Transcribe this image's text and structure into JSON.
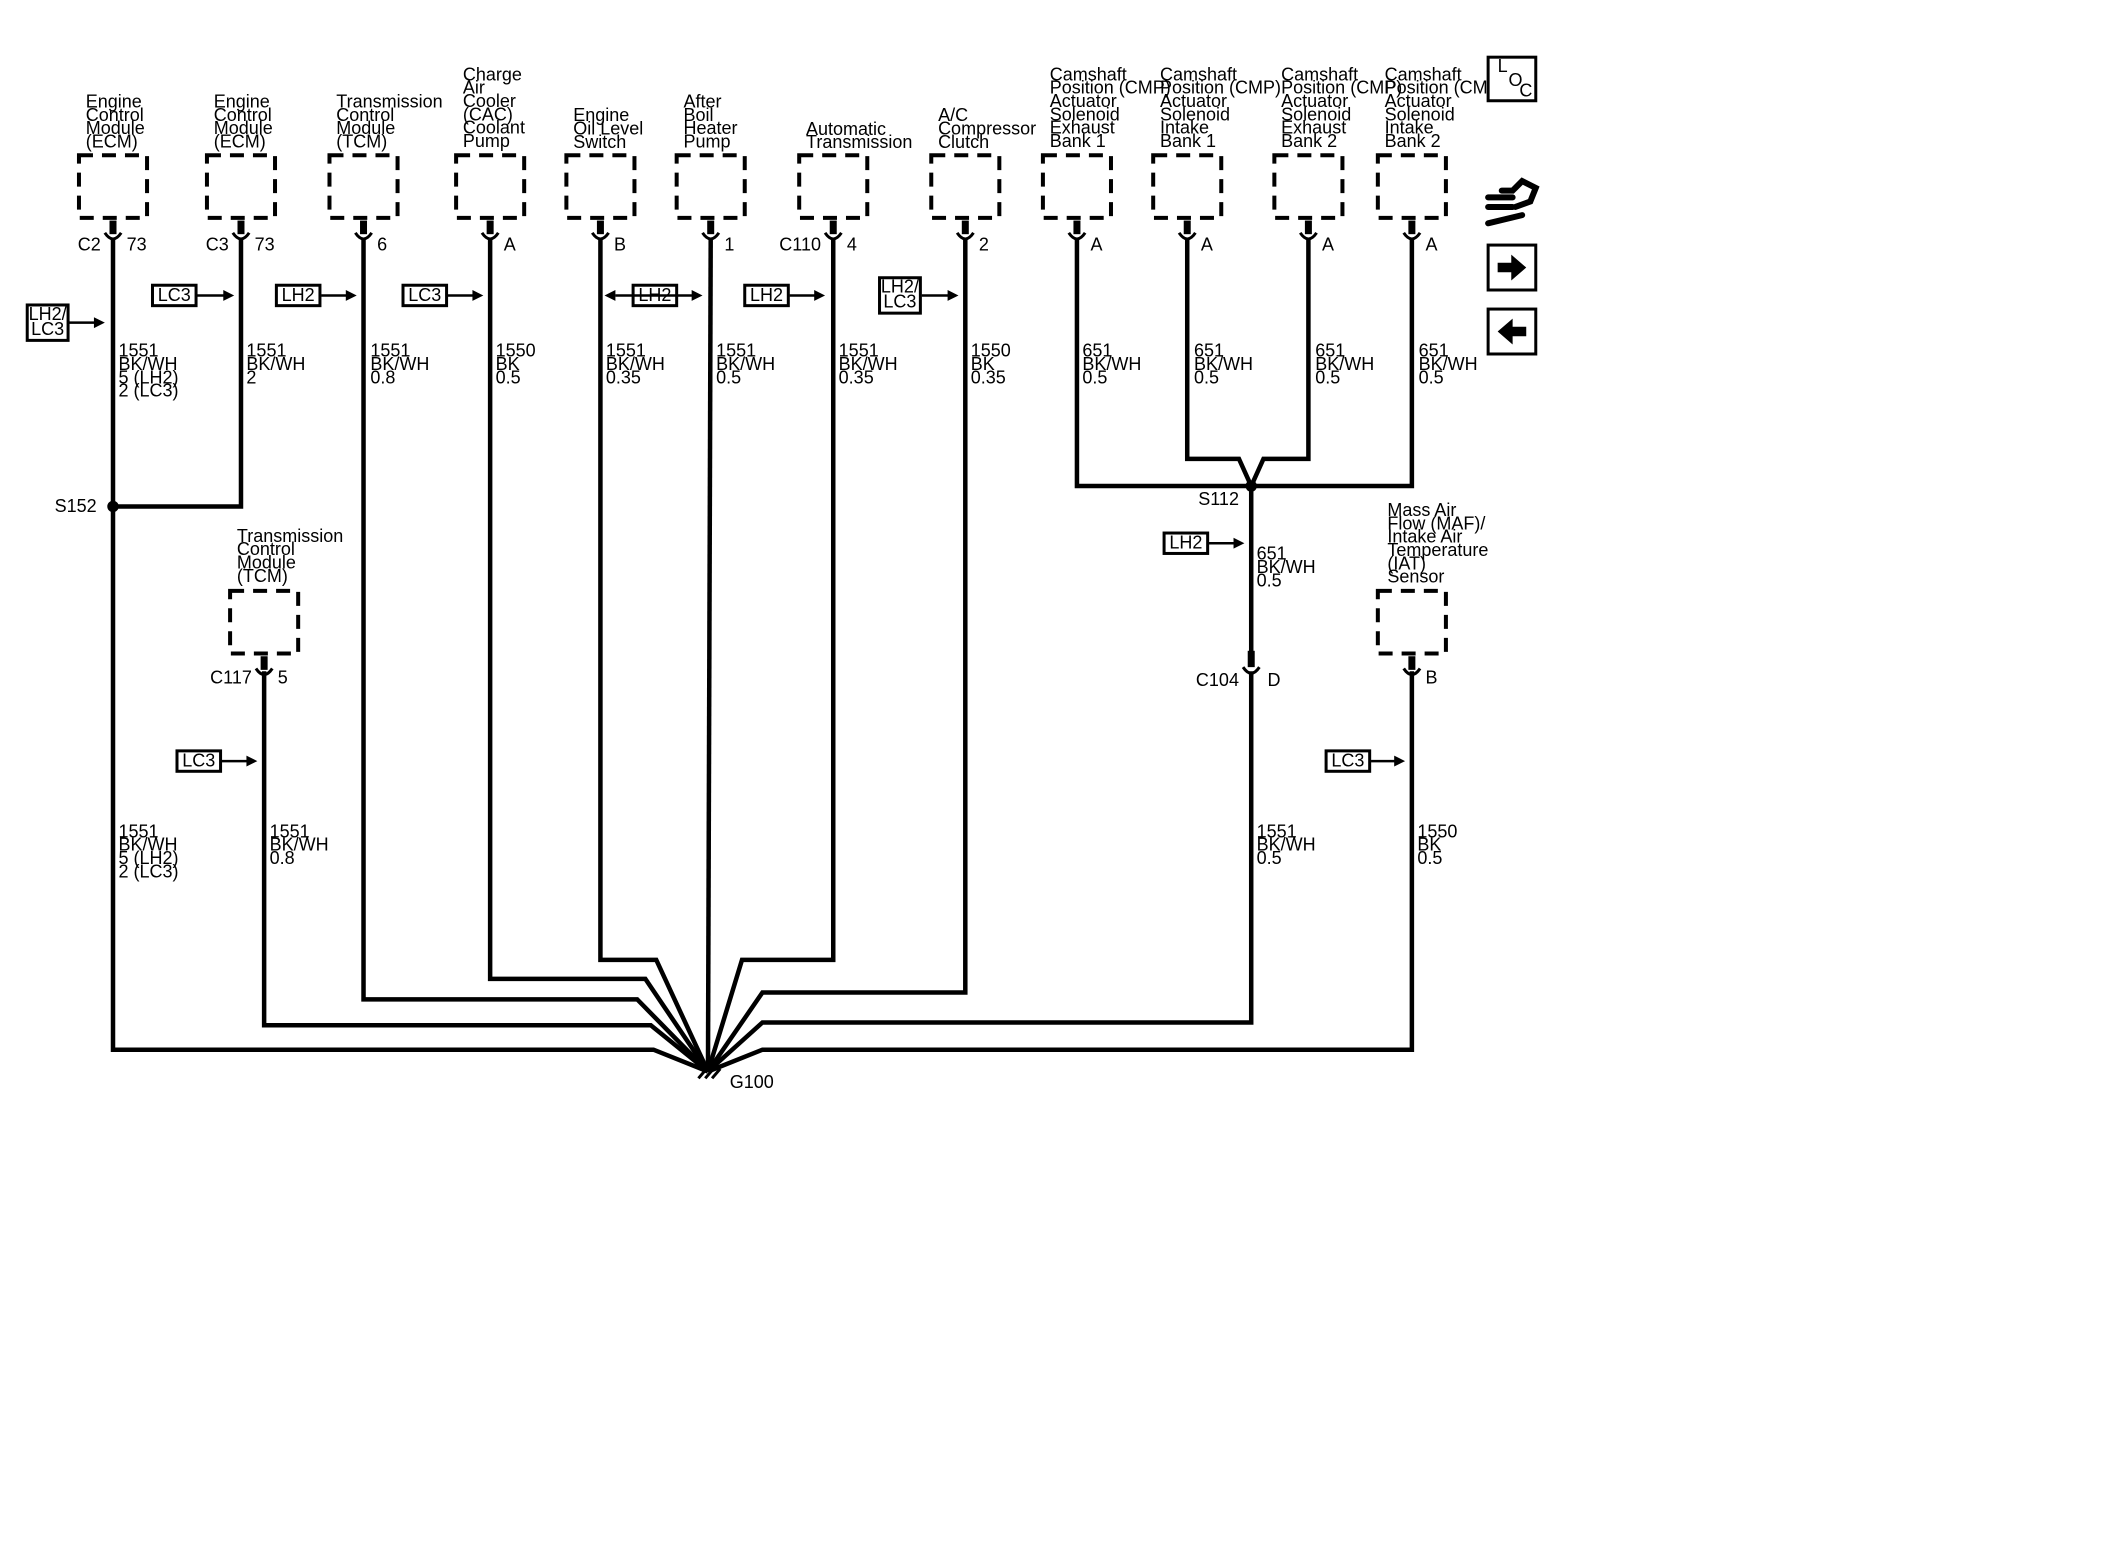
{
  "loc_label": {
    "l": "L",
    "o": "O",
    "c": "C"
  },
  "nav": {
    "schematic_icon": "schematic-wrench-icon",
    "forward_icon": "arrow-right-icon",
    "back_icon": "arrow-left-icon"
  },
  "components": {
    "ecm_c2": [
      "Engine",
      "Control",
      "Module",
      "(ECM)"
    ],
    "ecm_c3": [
      "Engine",
      "Control",
      "Module",
      "(ECM)"
    ],
    "tcm_top": [
      "Transmission",
      "Control",
      "Module",
      "(TCM)"
    ],
    "cac_pump": [
      "Charge",
      "Air",
      "Cooler",
      "(CAC)",
      "Coolant",
      "Pump"
    ],
    "oil_switch": [
      "Engine",
      "Oil Level",
      "Switch"
    ],
    "afterboil": [
      "After",
      "Boil",
      "Heater",
      "Pump"
    ],
    "auto_trans": [
      "Automatic",
      "Transmission"
    ],
    "ac_clutch": [
      "A/C",
      "Compressor",
      "Clutch"
    ],
    "cmp_ex_b1": [
      "Camshaft",
      "Position (CMP)",
      "Actuator",
      "Solenoid",
      "Exhaust",
      "Bank 1"
    ],
    "cmp_in_b1": [
      "Camshaft",
      "Position (CMP)",
      "Actuator",
      "Solenoid",
      "Intake",
      "Bank 1"
    ],
    "cmp_ex_b2": [
      "Camshaft",
      "Position (CMP)",
      "Actuator",
      "Solenoid",
      "Exhaust",
      "Bank 2"
    ],
    "cmp_in_b2": [
      "Camshaft",
      "Position (CMP)",
      "Actuator",
      "Solenoid",
      "Intake",
      "Bank 2"
    ],
    "tcm_bottom": [
      "Transmission",
      "Control",
      "Module",
      "(TCM)"
    ],
    "maf_sensor": [
      "Mass Air",
      "Flow (MAF)/",
      "Intake Air",
      "Temperature",
      "(IAT)",
      "Sensor"
    ]
  },
  "connectors": {
    "ecm_c2": {
      "conn": "C2",
      "pin": "73"
    },
    "ecm_c3": {
      "conn": "C3",
      "pin": "73"
    },
    "tcm_top": {
      "pin": "6"
    },
    "cac_pump": {
      "pin": "A"
    },
    "oil_switch": {
      "pin": "B"
    },
    "afterboil": {
      "pin": "1"
    },
    "auto_trans": {
      "conn": "C110",
      "pin": "4"
    },
    "ac_clutch": {
      "pin": "2"
    },
    "cmp_ex_b1": {
      "pin": "A"
    },
    "cmp_in_b1": {
      "pin": "A"
    },
    "cmp_ex_b2": {
      "pin": "A"
    },
    "cmp_in_b2": {
      "pin": "A"
    },
    "tcm_bottom": {
      "conn": "C117",
      "pin": "5"
    },
    "c104": {
      "conn": "C104",
      "pin": "D"
    },
    "maf_sensor": {
      "pin": "B"
    }
  },
  "wires": {
    "ecm_c2_upper": [
      "1551",
      "BK/WH",
      "5 (LH2)",
      "2 (LC3)"
    ],
    "ecm_c3": [
      "1551",
      "BK/WH",
      "2"
    ],
    "tcm_top": [
      "1551",
      "BK/WH",
      "0.8"
    ],
    "cac_pump": [
      "1550",
      "BK",
      "0.5"
    ],
    "oil_switch": [
      "1551",
      "BK/WH",
      "0.35"
    ],
    "afterboil": [
      "1551",
      "BK/WH",
      "0.5"
    ],
    "auto_trans": [
      "1551",
      "BK/WH",
      "0.35"
    ],
    "ac_clutch": [
      "1550",
      "BK",
      "0.35"
    ],
    "cmp_ex_b1": [
      "651",
      "BK/WH",
      "0.5"
    ],
    "cmp_in_b1": [
      "651",
      "BK/WH",
      "0.5"
    ],
    "cmp_ex_b2": [
      "651",
      "BK/WH",
      "0.5"
    ],
    "cmp_in_b2": [
      "651",
      "BK/WH",
      "0.5"
    ],
    "s112_down": [
      "651",
      "BK/WH",
      "0.5"
    ],
    "ecm_c2_lower": [
      "1551",
      "BK/WH",
      "5 (LH2)",
      "2 (LC3)"
    ],
    "tcm_bottom": [
      "1551",
      "BK/WH",
      "0.8"
    ],
    "c104_lower": [
      "1551",
      "BK/WH",
      "0.5"
    ],
    "maf_sensor": [
      "1550",
      "BK",
      "0.5"
    ]
  },
  "options": {
    "lh2_lc3_left": [
      "LH2/",
      "LC3"
    ],
    "lc3_ecm_c3": [
      "LC3"
    ],
    "lh2_tcm": [
      "LH2"
    ],
    "lc3_cac": [
      "LC3"
    ],
    "lh2_oil": [
      "LH2"
    ],
    "lh2_trans": [
      "LH2"
    ],
    "lh2_lc3_ac": [
      "LH2/",
      "LC3"
    ],
    "lh2_s112": [
      "LH2"
    ],
    "lc3_tcm_bottom": [
      "LC3"
    ],
    "lc3_maf": [
      "LC3"
    ]
  },
  "splices": {
    "s152": "S152",
    "s112": "S112"
  },
  "ground": {
    "label": "G100"
  }
}
